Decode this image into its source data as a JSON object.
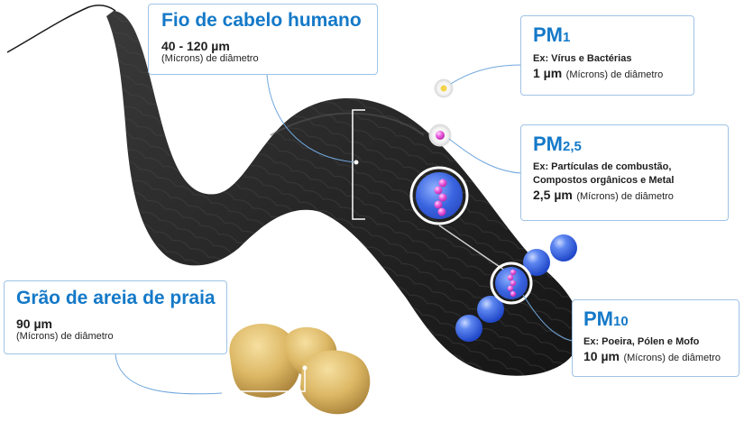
{
  "hair": {
    "title": "Fio de cabelo humano",
    "size": "40 - 120 µm",
    "unit": "(Mícrons) de diâmetro"
  },
  "pm1": {
    "title_main": "PM",
    "title_sub": "1",
    "example": "Ex: Vírus e Bactérias",
    "size": "1 µm",
    "unit": "(Mícrons) de diâmetro"
  },
  "pm25": {
    "title_main": "PM",
    "title_sub": "2,5",
    "example_line1": "Ex: Partículas de combustão,",
    "example_line2": "Compostos orgânicos e Metal",
    "size": "2,5 µm",
    "unit": "(Mícrons) de diâmetro"
  },
  "sand": {
    "title": "Grão de areia de praia",
    "size": "90 µm",
    "unit": "(Mícrons) de diâmetro"
  },
  "pm10": {
    "title_main": "PM",
    "title_sub": "10",
    "example": "Ex: Poeira, Pólen e Mofo",
    "size": "10 µm",
    "unit": "(Mícrons) de diâmetro"
  },
  "colors": {
    "title_blue": "#1479c8",
    "card_border": "#9fc3e6",
    "hair": "#222222",
    "particle_blue": "#3f6fe6",
    "particle_pink": "#e64fd8",
    "pm1_yellow": "#f4d24a",
    "sand": "#d7b463"
  }
}
